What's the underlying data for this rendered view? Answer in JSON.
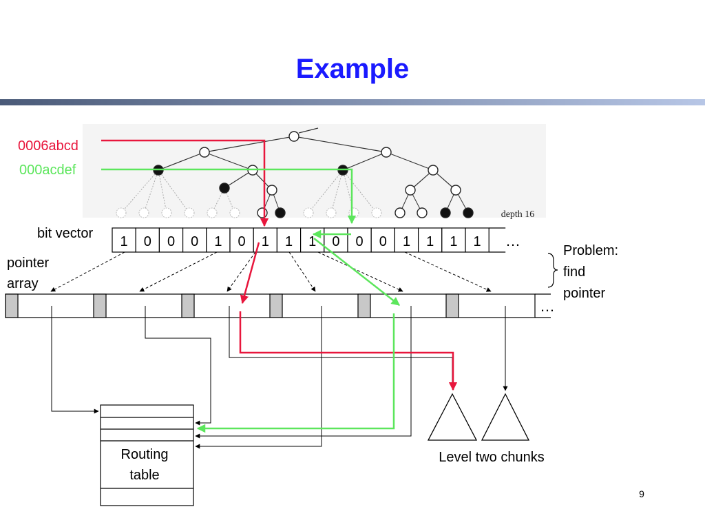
{
  "slide": {
    "title": "Example",
    "page_number": "9"
  },
  "colors": {
    "title": "#1a1aff",
    "red_path": "#e8163c",
    "green_path": "#5ce65c",
    "header_band_dark": "#4a5a78",
    "header_band_light": "#b7c6e6",
    "separator_fill": "#c8c8c8"
  },
  "addresses": [
    {
      "id": "red",
      "label": "0006abcd"
    },
    {
      "id": "green",
      "label": "000acdef"
    }
  ],
  "tree": {
    "depth_label": "depth 16"
  },
  "bit_vector": {
    "label": "bit vector",
    "bits": [
      "1",
      "0",
      "0",
      "0",
      "1",
      "0",
      "1",
      "1",
      "1",
      "0",
      "0",
      "0",
      "1",
      "1",
      "1",
      "1"
    ],
    "continuation": "…"
  },
  "pointer_array": {
    "label_line1": "pointer",
    "label_line2": "array",
    "continuation": "…"
  },
  "problem_note": {
    "line1": "Problem:",
    "line2": "find",
    "line3": "pointer"
  },
  "routing_table": {
    "label_line1": "Routing",
    "label_line2": "table"
  },
  "level_two": {
    "label": "Level two chunks"
  }
}
